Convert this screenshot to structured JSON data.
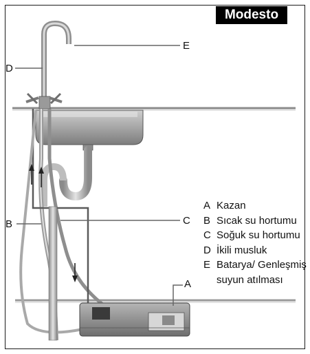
{
  "brand": "Modesto",
  "callouts": {
    "a": "A",
    "b": "B",
    "c": "C",
    "d": "D",
    "e": "E"
  },
  "legend": [
    {
      "key": "A",
      "text": "Kazan"
    },
    {
      "key": "B",
      "text": "Sıcak su hortumu"
    },
    {
      "key": "C",
      "text": "Soğuk su hortumu"
    },
    {
      "key": "D",
      "text": "İkili musluk"
    },
    {
      "key": "E",
      "text": "Batarya/ Genleşmiş suyun atılması"
    }
  ]
}
